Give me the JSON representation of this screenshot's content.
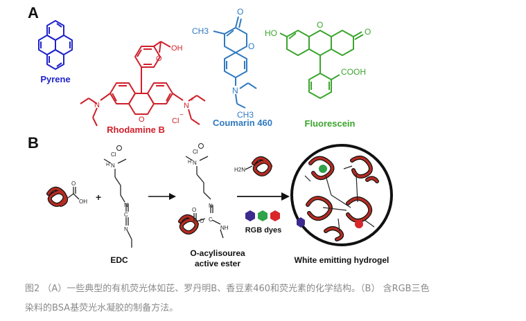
{
  "panel_a": {
    "letter": "A",
    "pyrene": {
      "name": "Pyrene",
      "color": "#1f23c9"
    },
    "rhodamine": {
      "name": "Rhodamine B",
      "color": "#cf1f2a",
      "oh": "OH",
      "o_ring": "O",
      "o_carbonyl": "O",
      "n_left": "N",
      "n_right": "N",
      "plus": "+",
      "chloride": "Cl",
      "minus": "−"
    },
    "coumarin": {
      "name": "Coumarin 460",
      "color": "#2f7ac1",
      "ch3_top": "CH3",
      "o_carbonyl": "O",
      "o_ring": "O",
      "n": "N",
      "ch3_bottom": "CH3"
    },
    "fluorescein": {
      "name": "Fluorescein",
      "color": "#3aa52c",
      "ho": "HO",
      "o_ring": "O",
      "o_keto": "O",
      "cooh": "COOH"
    }
  },
  "panel_b": {
    "letter": "B",
    "oh": "OH",
    "o": "O",
    "plus_sign": "+",
    "cl": "Cl",
    "n_plus": "N",
    "h": "H",
    "n": "N",
    "c": "C",
    "nh": "NH",
    "h2n": "H2N",
    "edc_label": "EDC",
    "ester_label_line1": "O-acylisourea",
    "ester_label_line2": "active ester",
    "dyes_label": "RGB dyes",
    "hydrogel_label": "White emitting hydrogel",
    "dye_colors": [
      "#3d2a8f",
      "#2fa24a",
      "#d8262a"
    ]
  },
  "caption": {
    "line1": "图2 （A）一些典型的有机荧光体如芘、罗丹明B、香豆素460和荧光素的化学结构。（B） 含RGB三色",
    "line2": "染料的BSA基荧光水凝胶的制备方法。"
  }
}
